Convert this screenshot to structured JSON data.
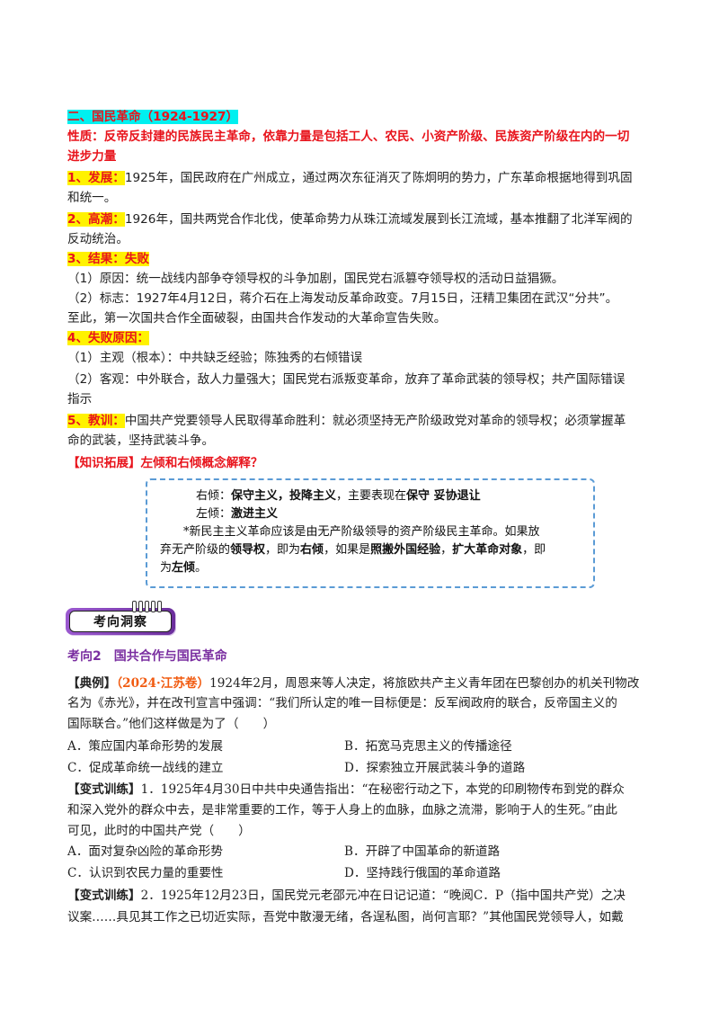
{
  "section": {
    "heading": "二、国民革命（1924-1927）",
    "nature_line1": "性质：反帝反封建的民族民主革命，依靠力量是包括工人、农民、小资产阶级、民族资产阶级在内的一切",
    "nature_line2": "进步力量"
  },
  "points": {
    "p1_label": "1、发展：",
    "p1_text": "1925年，国民政府在广州成立，通过两次东征消灭了陈炯明的势力，广东革命根据地得到巩固",
    "p1_cont": "和统一。",
    "p2_label": "2、高潮：",
    "p2_text": "1926年，国共两党合作北伐，使革命势力从珠江流域发展到长江流域，基本推翻了北洋军阀的",
    "p2_cont": "反动统治。",
    "p3_label": "3、结果：失败",
    "p3_a": "（1）原因：统一战线内部争夺领导权的斗争加剧，国民党右派篡夺领导权的活动日益猖獗。",
    "p3_b": "（2）标志：1927年4月12日，蒋介石在上海发动反革命政变。7月15日，汪精卫集团在武汉“分共”。",
    "p3_b_cont": "至此，第一次国共合作全面破裂，由国共合作发动的大革命宣告失败。",
    "p4_label": "4、失败原因：",
    "p4_a": "（1）主观（根本）：中共缺乏经验；陈独秀的右倾错误",
    "p4_b": "（2）客观：中外联合，敌人力量强大；国民党右派叛变革命，放弃了革命武装的领导权；共产国际错误",
    "p4_b_cont": "指示",
    "p5_label": "5、教训：",
    "p5_text": "中国共产党要领导人民取得革命胜利：就必须坚持无产阶级政党对革命的领导权；必须掌握革",
    "p5_cont": "命的武装，坚持武装斗争。"
  },
  "knowledge": {
    "title": "【知识拓展】左倾和右倾概念解释？",
    "right_label": "右倾：",
    "right_terms": "保守主义，投降主义",
    "right_mid": "，主要表现在",
    "right_terms2": "保守 妥协退让",
    "left_label": "左倾：",
    "left_terms": "激进主义",
    "note1": "*新民主主义革命应该是由无产阶级领导的资产阶级民主革命。如果放",
    "note2_a": "弃无产阶级的",
    "note2_b": "领导权",
    "note2_c": "，即为",
    "note2_d": "右倾",
    "note2_e": "，如果是",
    "note2_f": "照搬外国经验",
    "note2_g": "，",
    "note2_h": "扩大革命对象",
    "note2_i": "，即",
    "note3_a": "为",
    "note3_b": "左倾",
    "note3_c": "。"
  },
  "banner": {
    "label": "考向洞察"
  },
  "topic": {
    "title": "考向2　国共合作与国民革命"
  },
  "q1": {
    "tag": "【典例】",
    "source": "（2024·江苏卷）",
    "line1": "1924年2月，周恩来等人决定，将旅欧共产主义青年团在巴黎创办的机关刊物改",
    "line2": "名为《赤光》，并在改刊宣言中强调：“我们所认定的唯一目标便是：反军阀政府的联合，反帝国主义的",
    "line3": "国际联合。”他们这样做是为了（　　）",
    "options": [
      "A．策应国内革命形势的发展",
      "B．拓宽马克思主义的传播途径",
      "C．促成革命统一战线的建立",
      "D．探索独立开展武装斗争的道路"
    ]
  },
  "q2": {
    "tag": "【变式训练】",
    "line1": "1．1925年4月30日中共中央通告指出：“在秘密行动之下，本党的印刷物传布到党的群众",
    "line2": "和深入党外的群众中去，是非常重要的工作，等于人身上的血脉，血脉之流滞，影响于人的生死。”由此",
    "line3": "可见，此时的中国共产党（　　）",
    "options": [
      "A．面对复杂凶险的革命形势",
      "B．开辟了中国革命的新道路",
      "C．认识到农民力量的重要性",
      "D．坚持践行俄国的革命道路"
    ]
  },
  "q3": {
    "tag": "【变式训练】",
    "line1": "2．1925年12月23日，国民党元老邵元冲在日记记道：“晚阅C．P（指中国共产党）之决",
    "line2": "议案……具见其工作之已切近实际，吾党中散漫无绪，各逞私图，尚何言耶？”其他国民党领导人，如戴"
  }
}
